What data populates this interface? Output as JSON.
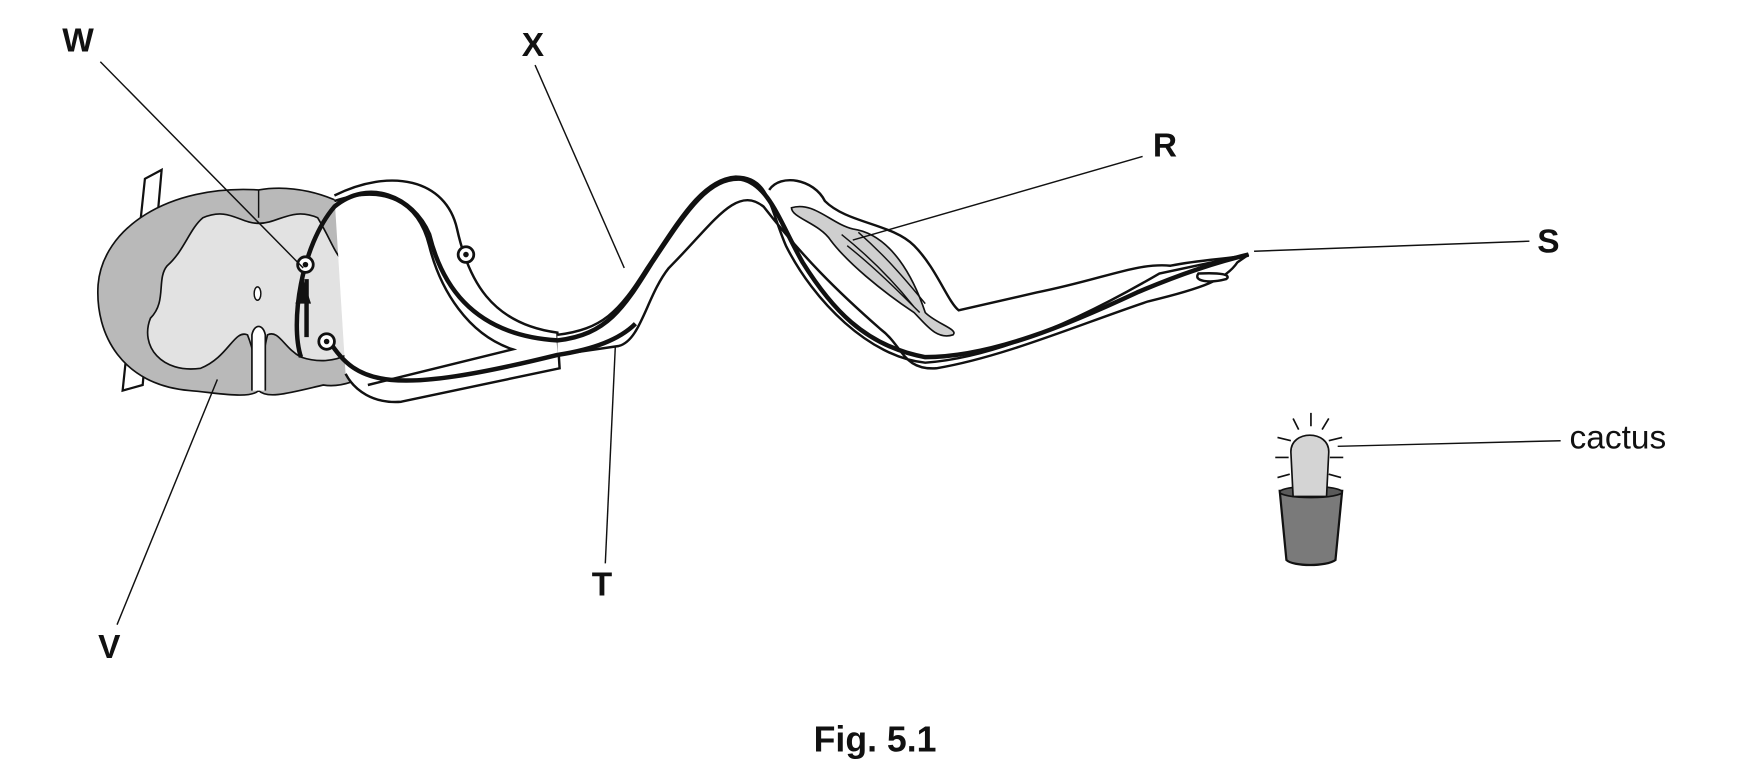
{
  "labels": {
    "W": "W",
    "X": "X",
    "R": "R",
    "S": "S",
    "T": "T",
    "V": "V",
    "cactus": "cactus"
  },
  "caption": "Fig. 5.1",
  "colors": {
    "white_matter": "#b9b9b9",
    "grey_matter": "#e2e2e2",
    "muscle": "#cfcfcf",
    "pot": "#7a7a7a",
    "cactus": "#d4d4d4"
  }
}
